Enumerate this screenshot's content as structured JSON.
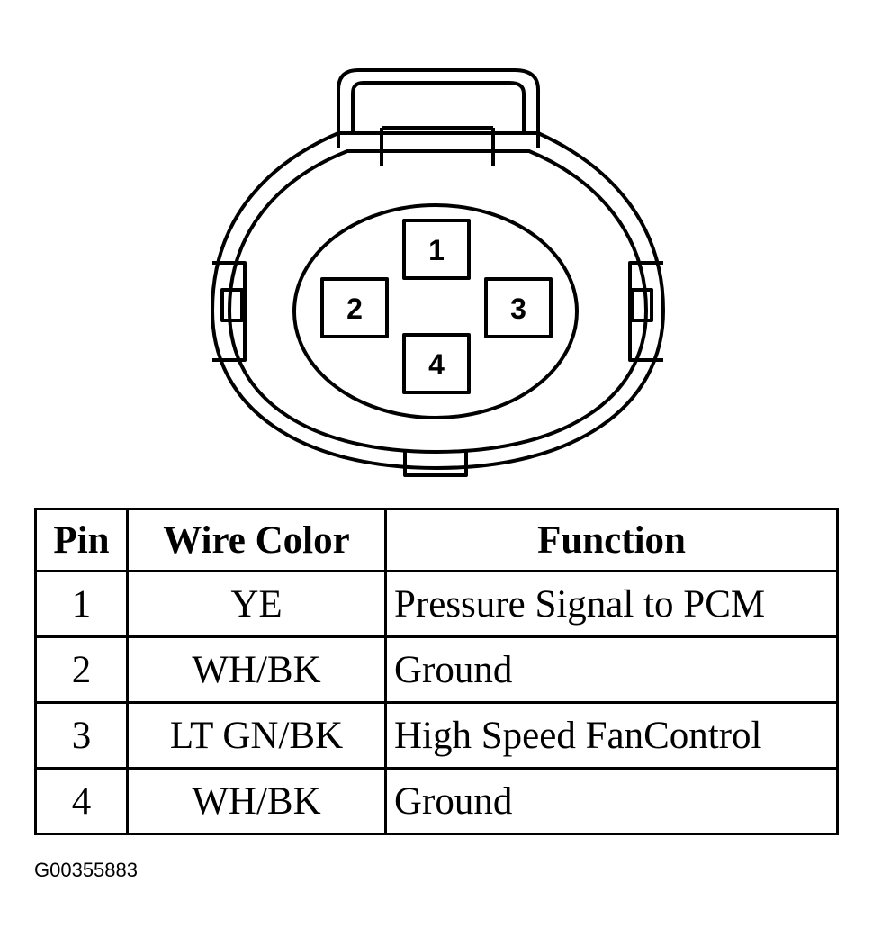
{
  "connector": {
    "pins": [
      {
        "label": "1"
      },
      {
        "label": "2"
      },
      {
        "label": "3"
      },
      {
        "label": "4"
      }
    ]
  },
  "table": {
    "headers": {
      "pin": "Pin",
      "wire_color": "Wire Color",
      "function": "Function"
    },
    "rows": [
      {
        "pin": "1",
        "wire_color": "YE",
        "function": "Pressure Signal to PCM"
      },
      {
        "pin": "2",
        "wire_color": "WH/BK",
        "function": "Ground"
      },
      {
        "pin": "3",
        "wire_color": "LT GN/BK",
        "function": "High Speed FanControl"
      },
      {
        "pin": "4",
        "wire_color": "WH/BK",
        "function": "Ground"
      }
    ]
  },
  "figure_id": "G00355883"
}
